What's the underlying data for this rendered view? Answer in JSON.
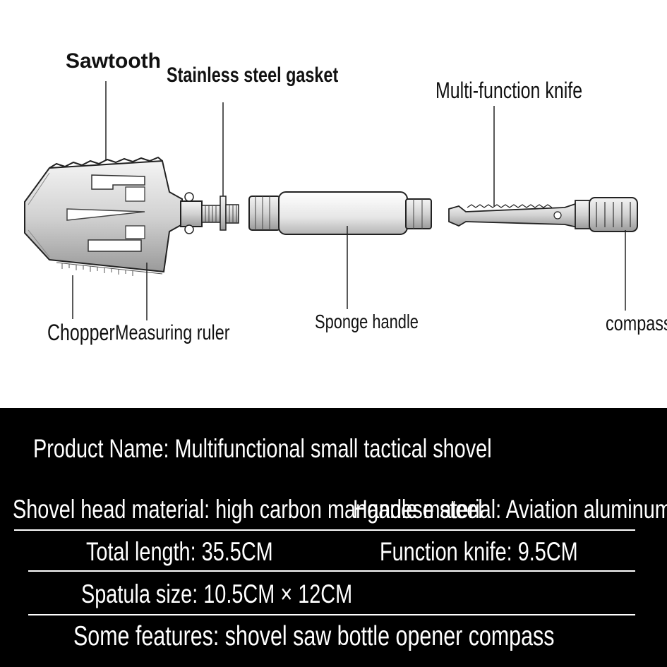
{
  "callouts": {
    "sawtooth": "Sawtooth",
    "gasket": "Stainless steel gasket",
    "knife": "Multi-function knife",
    "chopper": "Chopper",
    "ruler": "Measuring ruler",
    "sponge": "Sponge handle",
    "compass": "compass"
  },
  "specs": {
    "product_name": "Product Name: Multifunctional small tactical shovel",
    "head_material": "Shovel head material: high carbon manganese steel",
    "handle_material": "Handle material: Aviation aluminum alloy",
    "total_length": "Total length: 35.5CM",
    "knife_length": "Function knife: 9.5CM",
    "spatula_size": "Spatula size: 10.5CM × 12CM",
    "features": "Some features: shovel saw bottle opener compass"
  },
  "colors": {
    "spec_background": "#000000",
    "spec_text": "#ffffff",
    "drawing_ink": "#222222"
  }
}
